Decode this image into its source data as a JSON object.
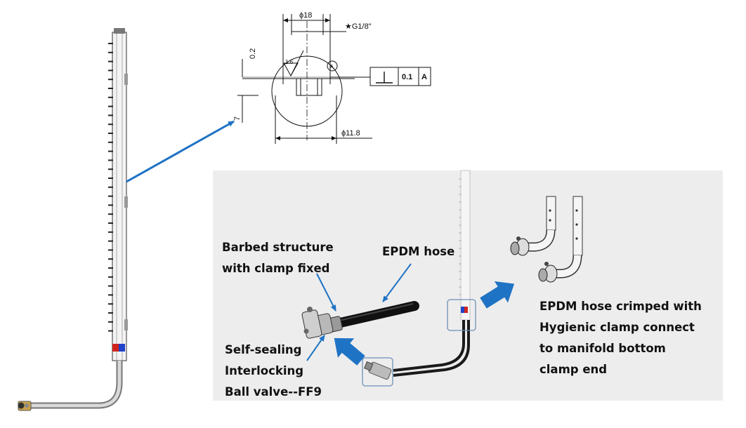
{
  "drawing": {
    "dim_d18": "ϕ18",
    "dim_d11_8": "ϕ11.8",
    "thread": "★G1/8\"",
    "dim_0_2": "0.2",
    "dim_7": "7",
    "roughness": "1.6",
    "datum": "A",
    "tolerance_value": "0.1",
    "tolerance_datum": "A"
  },
  "labels": {
    "barbed": [
      "Barbed structure",
      "with clamp fixed"
    ],
    "epdm_hose": "EPDM hose",
    "valve": [
      "Self-sealing",
      "Interlocking",
      "Ball valve--FF9"
    ],
    "crimped": [
      "EPDM hose crimped with",
      "Hygienic clamp connect",
      "to manifold bottom",
      "clamp end"
    ]
  },
  "colors": {
    "arrow_blue": "#1f73c4",
    "panel_bg": "#ededed",
    "tag_red": "#d0251d",
    "tag_blue": "#1f43c8"
  }
}
